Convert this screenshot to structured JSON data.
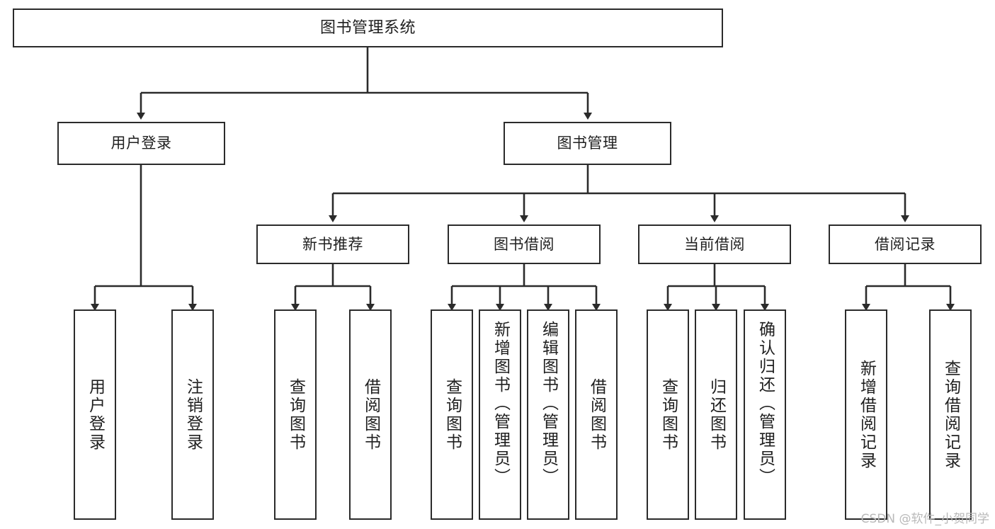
{
  "diagram": {
    "title": "图书管理系统",
    "type": "tree-hierarchy-chart",
    "background_color": "#ffffff",
    "box_border_color": "#2b2b2b",
    "text_color": "#1f1f1f",
    "levels": {
      "level1": [
        "图书管理系统"
      ],
      "level2": [
        "用户登录",
        "图书管理"
      ],
      "level3": [
        "新书推荐",
        "图书借阅",
        "当前借阅",
        "借阅记录"
      ],
      "level4": [
        "用户登录",
        "注销登录",
        "查询图书",
        "借阅图书",
        "查询图书",
        "新增图书（管理员）",
        "编辑图书（管理员）",
        "借阅图书",
        "查询图书",
        "归还图书",
        "确认归还（管理员）",
        "新增借阅记录",
        "查询借阅记录"
      ]
    },
    "nodes": {
      "root": {
        "label": "图书管理系统"
      },
      "user_login": {
        "label": "用户登录"
      },
      "book_manage": {
        "label": "图书管理"
      },
      "new_book_rec": {
        "label": "新书推荐"
      },
      "book_borrow": {
        "label": "图书借阅"
      },
      "current_borrow": {
        "label": "当前借阅"
      },
      "borrow_record": {
        "label": "借阅记录"
      },
      "leaf_user_login": {
        "label": "用户登录"
      },
      "leaf_logout": {
        "label": "注销登录"
      },
      "leaf_rec_query": {
        "label": "查询图书"
      },
      "leaf_rec_borrow": {
        "label": "借阅图书"
      },
      "leaf_borrow_query": {
        "label": "查询图书"
      },
      "leaf_borrow_add": {
        "label": "新增图书（管理员）"
      },
      "leaf_borrow_edit": {
        "label": "编辑图书（管理员）"
      },
      "leaf_borrow_borrow": {
        "label": "借阅图书"
      },
      "leaf_cur_query": {
        "label": "查询图书"
      },
      "leaf_cur_return": {
        "label": "归还图书"
      },
      "leaf_cur_confirm": {
        "label": "确认归还（管理员）"
      },
      "leaf_rec_add": {
        "label": "新增借阅记录"
      },
      "leaf_rec_search": {
        "label": "查询借阅记录"
      }
    }
  },
  "watermark": {
    "text": "CSDN @软件_小贺同学"
  }
}
